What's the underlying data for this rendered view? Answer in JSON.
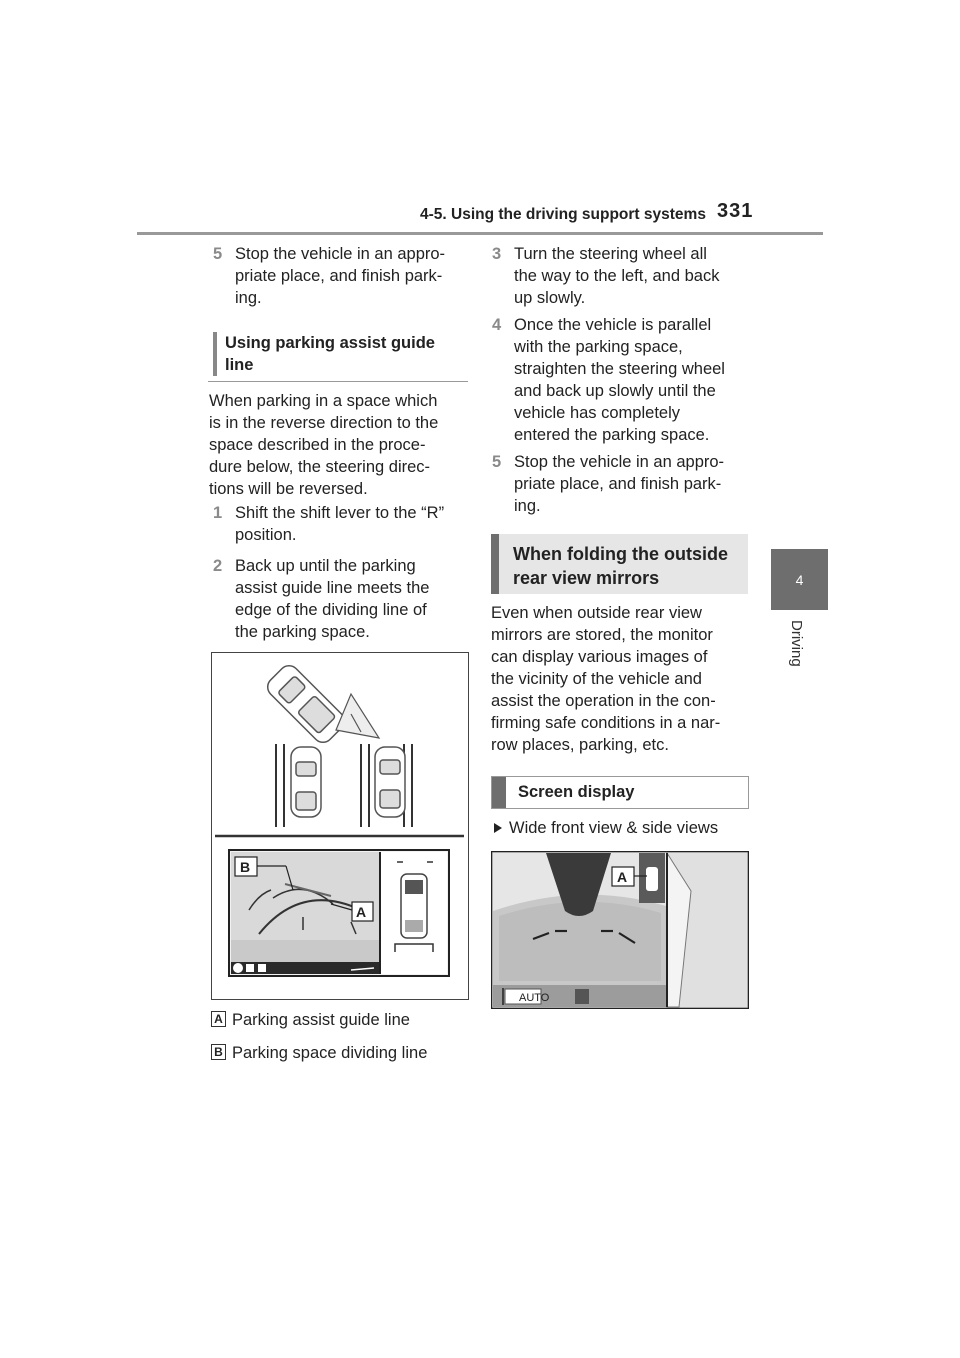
{
  "header": {
    "section_title": "4-5. Using the driving support systems",
    "page_number": "331"
  },
  "side_tab": {
    "chapter_number": "4",
    "chapter_name": "Driving"
  },
  "left_col": {
    "step5_prev": {
      "num": "5",
      "lines": [
        "Stop the vehicle in an appro-",
        "priate place, and finish park-",
        "ing."
      ]
    },
    "subheading": [
      "Using parking assist guide",
      "line"
    ],
    "intro_lines": [
      "When parking in a space which",
      "is in the reverse direction to the",
      "space described in the proce-",
      "dure below, the steering direc-",
      "tions will be reversed."
    ],
    "steps": [
      {
        "num": "1",
        "lines": [
          "Shift the shift lever to the “R”",
          "position."
        ]
      },
      {
        "num": "2",
        "lines": [
          "Back up until the parking",
          "assist guide line meets the",
          "edge of the dividing line of",
          "the parking space."
        ]
      }
    ],
    "figure_labels": {
      "a": "A",
      "b": "B"
    },
    "legend": [
      {
        "key": "A",
        "text": "Parking assist guide line"
      },
      {
        "key": "B",
        "text": "Parking space dividing line"
      }
    ]
  },
  "right_col": {
    "steps": [
      {
        "num": "3",
        "lines": [
          "Turn the steering wheel all",
          "the way to the left, and back",
          "up slowly."
        ]
      },
      {
        "num": "4",
        "lines": [
          "Once the vehicle is parallel",
          "with the parking space,",
          "straighten the steering wheel",
          "and back up slowly until the",
          "vehicle has completely",
          "entered the parking space."
        ]
      },
      {
        "num": "5",
        "lines": [
          "Stop the vehicle in an appro-",
          "priate place, and finish park-",
          "ing."
        ]
      }
    ],
    "section_heading": [
      "When folding the outside",
      "rear view mirrors"
    ],
    "section_text": [
      "Even when outside rear view",
      "mirrors are stored, the monitor",
      "can display various images of",
      "the vicinity of the vehicle and",
      "assist the operation in the con-",
      "firming safe conditions in a nar-",
      "row places, parking, etc."
    ],
    "screen_display_heading": "Screen display",
    "bullet_text": "Wide front view & side views",
    "bullet_icon": "triangle-bullet-icon",
    "figure2_label": "A",
    "figure2_auto": "AUTO"
  }
}
